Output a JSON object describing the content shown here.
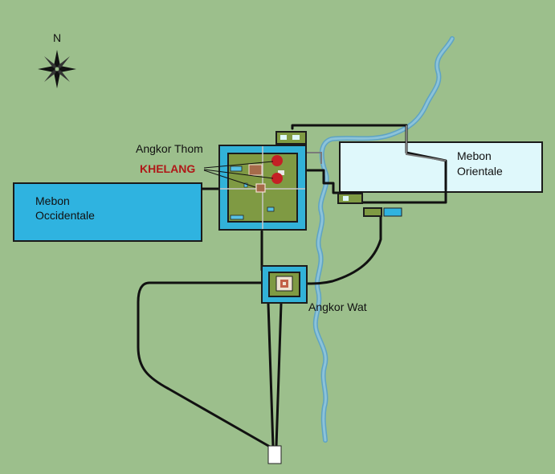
{
  "compass": {
    "label": "N",
    "icon": "compass-rose-icon"
  },
  "labels": {
    "mebon_occidentale": [
      "Mebon",
      "Occidentale"
    ],
    "mebon_orientale": [
      "Mebon",
      "Orientale"
    ],
    "angkor_thom": "Angkor Thom",
    "khelang": "KHELANG",
    "angkor_wat": "Angkor Wat"
  },
  "colors": {
    "background": "#9cbf8c",
    "baray_west": "#2fb3e0",
    "baray_east": "#dff8fb",
    "moat": "#32b2d8",
    "temple_ground": "#7f9a43",
    "river": "#78aec4",
    "roads": "#111111",
    "khelang_markers": "#c42025"
  }
}
